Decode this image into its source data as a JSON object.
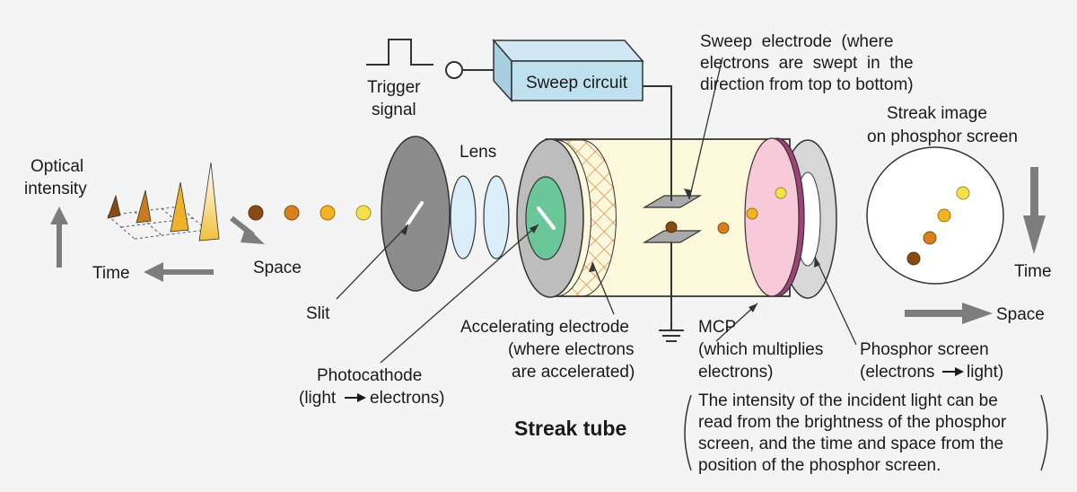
{
  "labels": {
    "trigger_line1": "Trigger",
    "trigger_line2": "signal",
    "sweep_circuit": "Sweep circuit",
    "sweep_electrode_line1": "Sweep  electrode  (where",
    "sweep_electrode_line2": "electrons  are  swept  in  the",
    "sweep_electrode_line3": "direction from top to bottom)",
    "streak_image_line1": "Streak image",
    "streak_image_line2": "on phosphor screen",
    "optical_line1": "Optical",
    "optical_line2": "intensity",
    "lens": "Lens",
    "time_left": "Time",
    "space_left": "Space",
    "slit": "Slit",
    "photocathode_line1": "Photocathode",
    "photocathode_line2_a": "(light",
    "photocathode_line2_b": "electrons)",
    "accel_line1": "Accelerating electrode",
    "accel_line2": "(where electrons",
    "accel_line3": "are accelerated)",
    "mcp_line1": "MCP",
    "mcp_line2": "(which multiplies",
    "mcp_line3": "electrons)",
    "phosphor_line1": "Phosphor screen",
    "phosphor_line2_a": "(electrons",
    "phosphor_line2_b": "light)",
    "time_right": "Time",
    "space_right": "Space",
    "streak_tube": "Streak tube",
    "note_line1": "The intensity of the incident light can be",
    "note_line2": "read from the brightness of the phosphor",
    "note_line3": "screen, and the time and space from the",
    "note_line4": "position of the phosphor screen."
  },
  "colors": {
    "arrow_gray": "#7d7d7d",
    "tube_fill": "#fbf8dc",
    "photocathode": "#6bc79a",
    "mcp": "#f8c9d8",
    "mcp_edge": "#a0417a",
    "sweep_box": "#bfe1ef",
    "lens": "#d9eef8",
    "dot_dark": "#8a4b12",
    "dot_mid": "#d7801f",
    "dot_light": "#f2b424",
    "dot_yellow": "#f6e04f",
    "mesh": "#e0894a"
  }
}
